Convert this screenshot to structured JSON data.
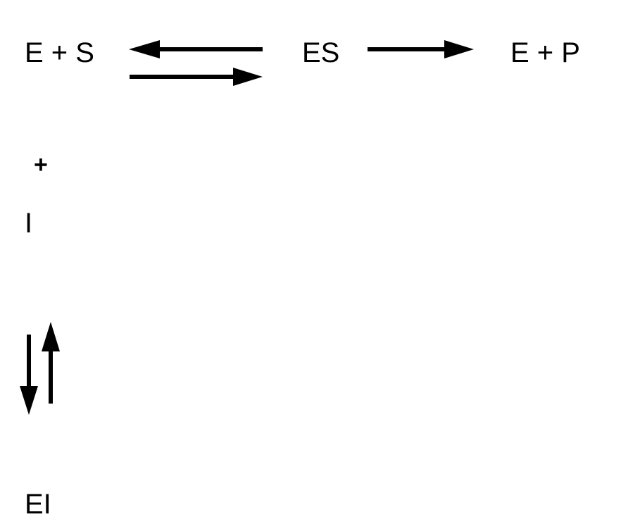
{
  "diagram": {
    "species": {
      "enzyme_substrate": "E + S",
      "complex": "ES",
      "enzyme_product": "E + P",
      "plus": "+",
      "inhibitor": "I",
      "enzyme_inhibitor": "EI"
    },
    "colors": {
      "ink": "#000000",
      "background": "#ffffff"
    }
  }
}
